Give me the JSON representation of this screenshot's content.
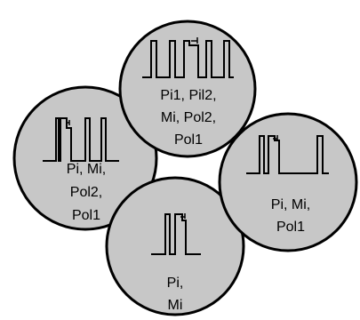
{
  "circles": [
    {
      "id": "left",
      "lines": [
        "Pi, Mi,",
        "Pol2,",
        "Pol1"
      ]
    },
    {
      "id": "bottom",
      "lines": [
        "Pi,",
        "Mi"
      ]
    },
    {
      "id": "right",
      "lines": [
        "Pi, Mi,",
        "Pol1"
      ]
    },
    {
      "id": "top",
      "lines": [
        "Pi1, Pil2,",
        "Mi, Pol2,",
        "Pol1"
      ]
    }
  ],
  "colors": {
    "fill": "#c7c7c7",
    "stroke": "#000000",
    "background": "#ffffff"
  }
}
